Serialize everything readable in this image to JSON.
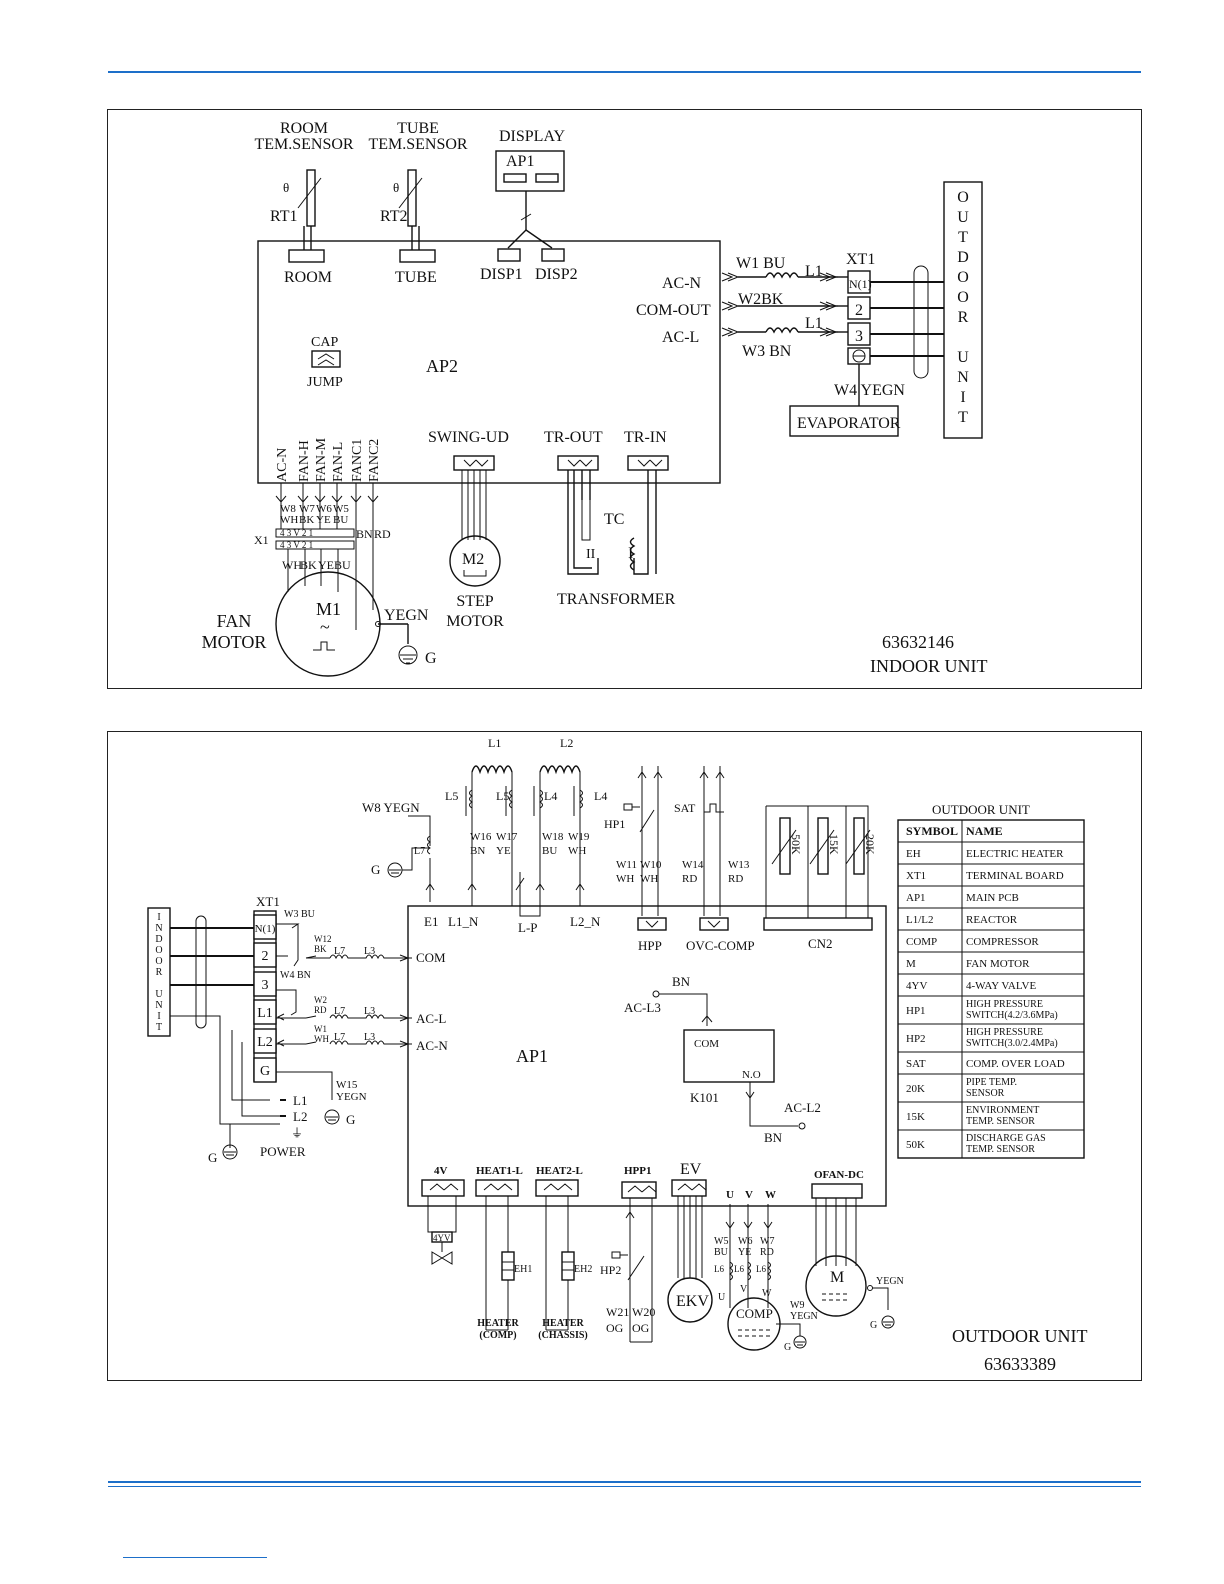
{
  "indoor": {
    "room_sensor": "ROOM\nTEM.SENSOR",
    "tube_sensor": "TUBE\nTEM.SENSOR",
    "display": "DISPLAY",
    "display_board": "AP1",
    "theta": "θ",
    "rt1": "RT1",
    "rt2": "RT2",
    "room": "ROOM",
    "tube": "TUBE",
    "disp1": "DISP1",
    "disp2": "DISP2",
    "ac_n": "AC-N",
    "com_out": "COM-OUT",
    "ac_l": "AC-L",
    "w1": "W1 BU",
    "w2": "W2BK",
    "w3": "W3 BN",
    "l1_top": "L1",
    "l1_bot": "L1",
    "xt1": "XT1",
    "term_n1": "N(1)",
    "term_2": "2",
    "term_3": "3",
    "outdoor_unit_vertical": [
      "O",
      "U",
      "T",
      "D",
      "O",
      "O",
      "R",
      "",
      "U",
      "N",
      "I",
      "T"
    ],
    "w4": "W4 YEGN",
    "evaporator": "EVAPORATOR",
    "cap": "CAP",
    "jump": "JUMP",
    "ap2": "AP2",
    "swing_ud": "SWING-UD",
    "tr_out": "TR-OUT",
    "tr_in": "TR-IN",
    "fan_conn": [
      "AC-N",
      "FAN-H",
      "FAN-M",
      "FAN-L",
      "FANC1",
      "FANC2"
    ],
    "fan_wires_top": [
      "W8\nWH",
      "W7\nBK",
      "W6\nYE",
      "W5\nBU"
    ],
    "x1": "X1",
    "x1_nums_top": "4  3 V 2  1",
    "x1_nums_bot": "4  3 V 2  1",
    "bn": "BN",
    "rd": "RD",
    "fan_wires_bot": [
      "WH",
      "BK",
      "YE",
      "BU"
    ],
    "m1": "M1",
    "tilde": "~",
    "fan_motor": "FAN\nMOTOR",
    "yegn": "YEGN",
    "g": "G",
    "m2": "M2",
    "step_motor": "STEP\nMOTOR",
    "tc": "TC",
    "tc_ii": "II",
    "tc_i": "I",
    "transformer": "TRANSFORMER",
    "code": "63632146",
    "unit": "INDOOR  UNIT"
  },
  "outdoor": {
    "indoor_unit_vertical": [
      "I",
      "N",
      "D",
      "O",
      "O",
      "R",
      "",
      "U",
      "N",
      "I",
      "T"
    ],
    "xt1": "XT1",
    "terms": [
      "N(1)",
      "2",
      "3",
      "L1",
      "L2",
      "G"
    ],
    "w3": "W3 BU",
    "w4": "W4 BN",
    "w12": "W12\nBK",
    "w2": "W2\nRD",
    "w1": "W1\nWH",
    "l7": "L7",
    "l3": "L3",
    "w15": "W15\nYEGN",
    "g": "G",
    "l1": "L1",
    "l2": "L2",
    "earth": "⏚",
    "power": "POWER",
    "w8": "W8  YEGN",
    "l7b": "L7",
    "reactor_l1": "L1",
    "reactor_l2": "L2",
    "l5a": "L5",
    "l5b": "L5",
    "l4a": "L4",
    "l4b": "L4",
    "w16": "W16\nBN",
    "w17": "W17\nYE",
    "w18": "W18\nBU",
    "w19": "W19\nWH",
    "hp1": "HP1",
    "sat": "SAT",
    "w11": "W11\nWH",
    "w10": "W10\nWH",
    "w14": "W14\nRD",
    "w13": "W13\nRD",
    "s50k": "50K",
    "s15k": "15K",
    "s20k": "20K",
    "e1": "E1",
    "l1_n": "L1_N",
    "l_p": "L-P",
    "l2_n": "L2_N",
    "hpp": "HPP",
    "ovc_comp": "OVC-COMP",
    "cn2": "CN2",
    "com": "COM",
    "ac_l": "AC-L",
    "ac_n": "AC-N",
    "ap1": "AP1",
    "bn_top": "BN",
    "ac_l3": "AC-L3",
    "relay_com": "COM",
    "relay_no": "N.O",
    "k101": "K101",
    "ac_l2": "AC-L2",
    "bn_bot": "BN",
    "conn_4v": "4V",
    "heat1": "HEAT1-L",
    "heat2": "HEAT2-L",
    "hpp1": "HPP1",
    "ev": "EV",
    "uvw_top": [
      "U",
      "V",
      "W"
    ],
    "ofan_dc": "OFAN-DC",
    "fouryv": "4YV",
    "eh1": "EH1",
    "eh2": "EH2",
    "heater_comp": "HEATER\n(COMP)",
    "heater_chassis": "HEATER\n(CHASSIS)",
    "hp2": "HP2",
    "w21": "W21\nOG",
    "w20": "W20\nOG",
    "ekv": "EKV",
    "w5": "W5\nBU",
    "w6": "W6\nYE",
    "w7": "W7\nRD",
    "l6": "L6",
    "u": "U",
    "v": "V",
    "w": "W",
    "comp": "COMP",
    "w9": "W9\nYEGN",
    "m": "M",
    "yegn": "YEGN",
    "g2": "G",
    "g3": "G",
    "unit": "OUTDOOR  UNIT",
    "code": "63633389",
    "legend": {
      "title": "OUTDOOR UNIT",
      "header": [
        "SYMBOL",
        "NAME"
      ],
      "rows": [
        [
          "EH",
          "ELECTRIC HEATER"
        ],
        [
          "XT1",
          "TERMINAL BOARD"
        ],
        [
          "AP1",
          "MAIN PCB"
        ],
        [
          "L1/L2",
          "REACTOR"
        ],
        [
          "COMP",
          "COMPRESSOR"
        ],
        [
          "M",
          "FAN MOTOR"
        ],
        [
          "4YV",
          "4-WAY VALVE"
        ],
        [
          "HP1",
          "HIGH PRESSURE\nSWITCH(4.2/3.6MPa)"
        ],
        [
          "HP2",
          "HIGH PRESSURE\nSWITCH(3.0/2.4MPa)"
        ],
        [
          "SAT",
          "COMP. OVER LOAD"
        ],
        [
          "20K",
          "PIPE TEMP.\nSENSOR"
        ],
        [
          "15K",
          "ENVIRONMENT\nTEMP. SENSOR"
        ],
        [
          "50K",
          "DISCHARGE GAS\nTEMP. SENSOR"
        ]
      ]
    }
  }
}
